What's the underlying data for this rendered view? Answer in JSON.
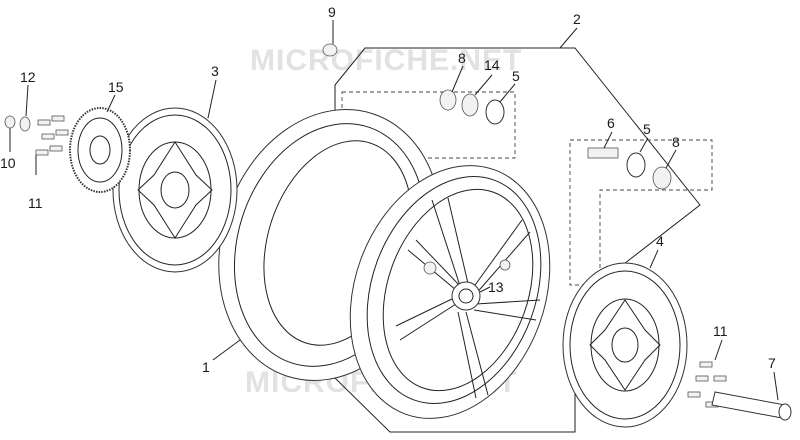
{
  "watermark": "MICROFICHE.NET",
  "callouts": {
    "c1": "1",
    "c2": "2",
    "c3": "3",
    "c4": "4",
    "c5a": "5",
    "c5b": "5",
    "c6": "6",
    "c7": "7",
    "c8a": "8",
    "c8b": "8",
    "c9": "9",
    "c10": "10",
    "c11a": "11",
    "c11b": "11",
    "c12": "12",
    "c13": "13",
    "c14": "14",
    "c15": "15"
  }
}
